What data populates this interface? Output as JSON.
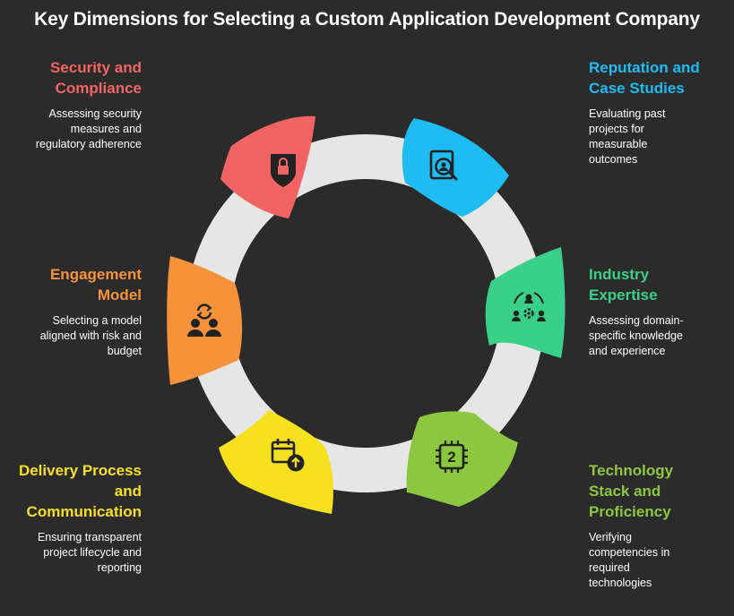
{
  "title": "Key Dimensions for Selecting a Custom Application Development Company",
  "items": [
    {
      "heading": "Security and Compliance",
      "desc": "Assessing security measures and regulatory adherence",
      "color": "#f26463",
      "icon": "lock-shield-icon"
    },
    {
      "heading": "Reputation and Case Studies",
      "desc": "Evaluating past projects for measurable outcomes",
      "color": "#1ebcf2",
      "icon": "document-search-icon"
    },
    {
      "heading": "Industry Expertise",
      "desc": "Assessing domain-specific knowledge and experience",
      "color": "#39d18a",
      "icon": "team-gear-icon"
    },
    {
      "heading": "Technology Stack and Proficiency",
      "desc": "Verifying competencies in required technologies",
      "color": "#8dc63f",
      "icon": "chip-icon",
      "icon_text": "2"
    },
    {
      "heading": "Delivery Process and Communication",
      "desc": "Ensuring transparent project lifecycle and reporting",
      "color": "#f7e11e",
      "icon": "calendar-upload-icon"
    },
    {
      "heading": "Engagement Model",
      "desc": "Selecting a model aligned with risk and budget",
      "color": "#f5923a",
      "icon": "people-exchange-icon"
    }
  ]
}
